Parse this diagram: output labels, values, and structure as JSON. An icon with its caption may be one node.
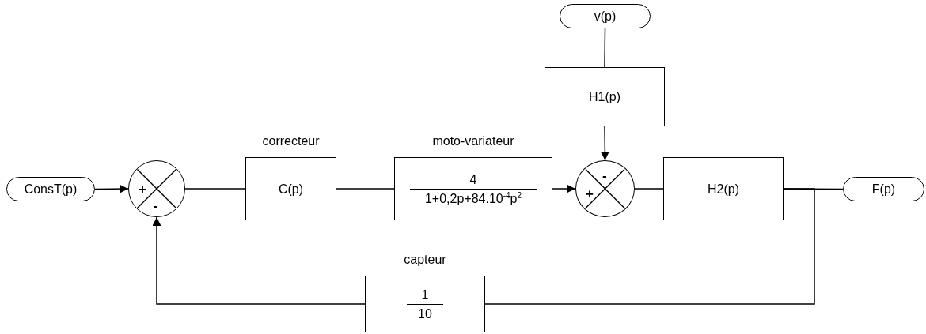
{
  "diagram": {
    "nodes": [
      {
        "text": [
          "ConsT(p)"
        ]
      },
      {
        "text": [
          "+",
          "-"
        ]
      },
      {
        "text": [
          "C(p)"
        ],
        "beside": [
          "correcteur"
        ]
      },
      {
        "text": [
          "4",
          "1+0,2p+84.10$^{-4}$p$^{2}$"
        ],
        "beside": [
          "moto-variateur"
        ]
      },
      {
        "text": [
          "v(p)"
        ]
      },
      {
        "text": [
          "H1(p)"
        ]
      },
      {
        "text": [
          "-",
          "+"
        ]
      },
      {
        "text": [
          "H2(p)"
        ]
      },
      {
        "text": [
          "F(p)"
        ]
      },
      {
        "text": [
          "1",
          "10"
        ],
        "beside": [
          "capteur"
        ]
      }
    ],
    "edges": [
      {
        "from": 0,
        "to": 1,
        "arrow": "to"
      },
      {
        "from": 1,
        "to": 2,
        "arrow": "none"
      },
      {
        "from": 2,
        "to": 3,
        "arrow": "none"
      },
      {
        "from": 3,
        "to": 6,
        "arrow": "to"
      },
      {
        "from": 4,
        "to": 5,
        "arrow": "none"
      },
      {
        "from": 5,
        "to": 6,
        "arrow": "to"
      },
      {
        "from": 6,
        "to": 7,
        "arrow": "none"
      },
      {
        "from": 7,
        "to": 8,
        "arrow": "none"
      },
      {
        "from": 7,
        "to": 9,
        "arrow": "none"
      },
      {
        "from": 9,
        "to": 1,
        "arrow": "to"
      }
    ]
  }
}
